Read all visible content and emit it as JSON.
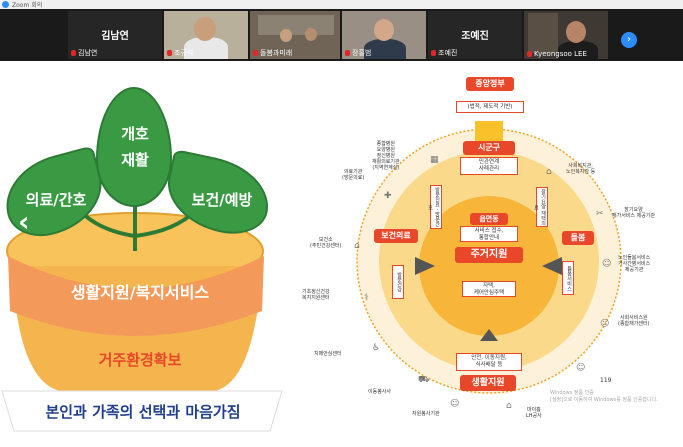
{
  "window": {
    "title": "Zoom 회의"
  },
  "participants": [
    {
      "name": "김남연",
      "label": "김남연",
      "muted": true
    },
    {
      "name": "조규석",
      "muted": true
    },
    {
      "name": "돌봄과미래",
      "muted": true
    },
    {
      "name": "장홍범",
      "muted": true
    },
    {
      "name": "조예진",
      "label": "조예진",
      "muted": true
    },
    {
      "name": "Kyeongsoo LEE",
      "muted": true
    }
  ],
  "left_art": {
    "leaf_left": "의료/간호",
    "leaf_center": "개호\n재활",
    "leaf_right": "보건/예방",
    "pot_band": "생활지원/복지서비스",
    "pot_body": "거주환경확보",
    "base": "본인과 가족의 선택과 마음가짐"
  },
  "diagram": {
    "central_gov": "중앙정부",
    "central_gov_sub": "(법적, 제도적 기반)",
    "sigungu": "시군구",
    "sigungu_sub": "민관연계\n사례관리",
    "eupmyeondong": "읍면동",
    "eupmyeondong_sub": "서비스 접수,\n통합안내",
    "housing_support": "주거지원",
    "housing_sub": "자택,\n케어안심주택",
    "health_care": "보건의료",
    "care": "돌봄",
    "life_support": "생활지원",
    "life_sub": "안전, 이동지원,\n식사배달 등",
    "v_home_medical": "방문진료 · 방문간호",
    "v_home_health": "방문건강",
    "v_ltc": "장기요양 재택의료",
    "v_elder_care": "돌봄서비스",
    "labels": {
      "hospital": "종합병원\n요양병원\n정신병원\n재활의료기관\n(지역연계실)",
      "clinic": "의료기관\n(방문의료)",
      "health_center": "보건소\n(주민건강센터)",
      "mental": "기초정신건강\n복지지원센터",
      "dementia": "치매안심센터",
      "mobility": "이동봉사사",
      "volunteer": "자원봉사기관",
      "lh": "마이홈\nLH공사",
      "welfare_center": "사회복지관,\n노인복지관 등",
      "ltc_provider": "장기요양\n재가서비스 제공기관",
      "elder_service": "노인돌봄서비스\n가사간병서비스\n제공기관",
      "social_service": "사회서비스원\n(종합재가센터)"
    },
    "page_number": "119",
    "watermark": "Windows 정품 인증\n[설정]으로 이동하여 Windows를 정품 인증합니다."
  },
  "colors": {
    "accent": "#e8472a",
    "leaf": "#3a9a44",
    "zoom_blue": "#2d8cff",
    "circle_outer": "#fbd98a",
    "circle_inner": "#f7b63a"
  }
}
